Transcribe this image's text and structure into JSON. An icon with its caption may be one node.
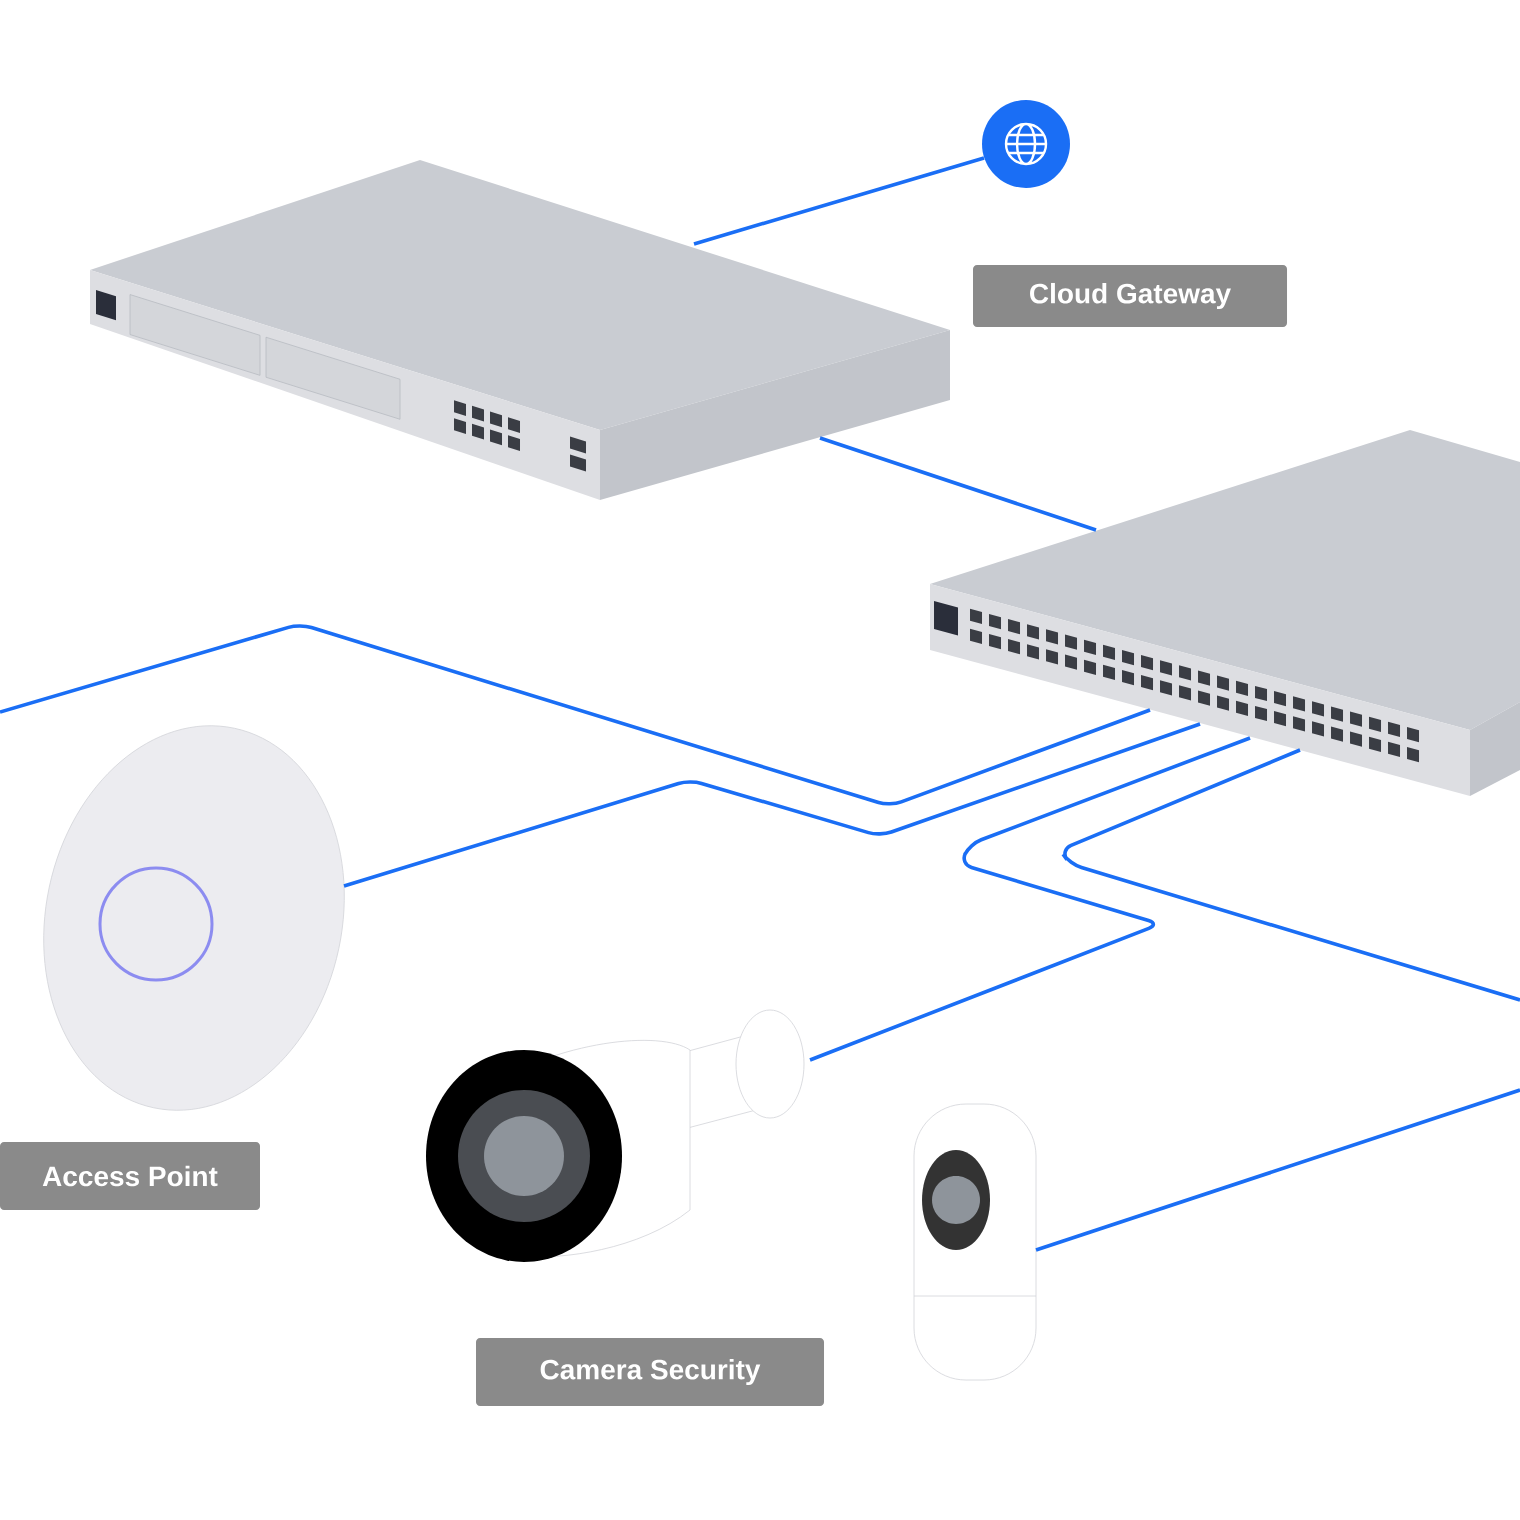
{
  "diagram": {
    "nodes": [
      {
        "text": [],
        "shape": "circle"
      },
      {
        "text": [],
        "shape": "picture"
      },
      {
        "text": [
          "Cloud Gateway"
        ]
      },
      {
        "text": [],
        "shape": "picture"
      },
      {
        "text": [],
        "shape": "picture"
      },
      {
        "text": [
          "Access Point"
        ]
      },
      {
        "text": [],
        "shape": "picture"
      },
      {
        "text": [],
        "shape": "picture"
      },
      {
        "text": [
          "Camera Security"
        ]
      }
    ],
    "edges": [
      {
        "from": 0,
        "to": 1,
        "arrow": "none"
      },
      {
        "from": 1,
        "to": 3,
        "arrow": "none"
      },
      {
        "from": 3,
        "to": null,
        "arrow": "none"
      },
      {
        "from": 3,
        "to": 4,
        "arrow": "none"
      },
      {
        "from": 3,
        "to": 6,
        "arrow": "none"
      },
      {
        "from": 3,
        "to": null,
        "arrow": "none"
      },
      {
        "from": 7,
        "to": null,
        "arrow": "none"
      }
    ]
  }
}
